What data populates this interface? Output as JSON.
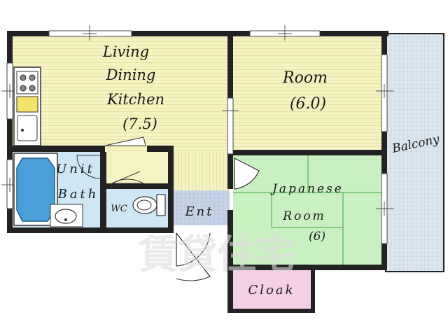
{
  "rooms": {
    "ldk": {
      "lines": [
        "Living",
        "Dining",
        "Kitchen",
        "(7.5)"
      ]
    },
    "room": {
      "lines": [
        "Room",
        "(6.0)"
      ]
    },
    "japanese": {
      "lines": [
        "Japanese",
        "Room",
        "(6)"
      ]
    },
    "unit_bath": {
      "lines": [
        "Unit",
        "Bath"
      ]
    },
    "wc": {
      "label": "WC"
    },
    "entrance": {
      "label": "Ent"
    },
    "cloak": {
      "label": "Cloak"
    },
    "balcony": {
      "label": "Balcony"
    }
  },
  "watermark": {
    "text": "賃貸住宅"
  },
  "colors": {
    "wall": "#222222",
    "ldk_floor": "#f6f3c2",
    "ldk_stripe": "#e6e0a6",
    "japanese_floor": "#c8f0c0",
    "bath_floor": "#cfe6f4",
    "tub": "#4a9fd8",
    "entrance_floor": "#c7d3e6",
    "balcony_floor": "#d7e2ec",
    "cloak_floor": "#f5cfe6"
  }
}
